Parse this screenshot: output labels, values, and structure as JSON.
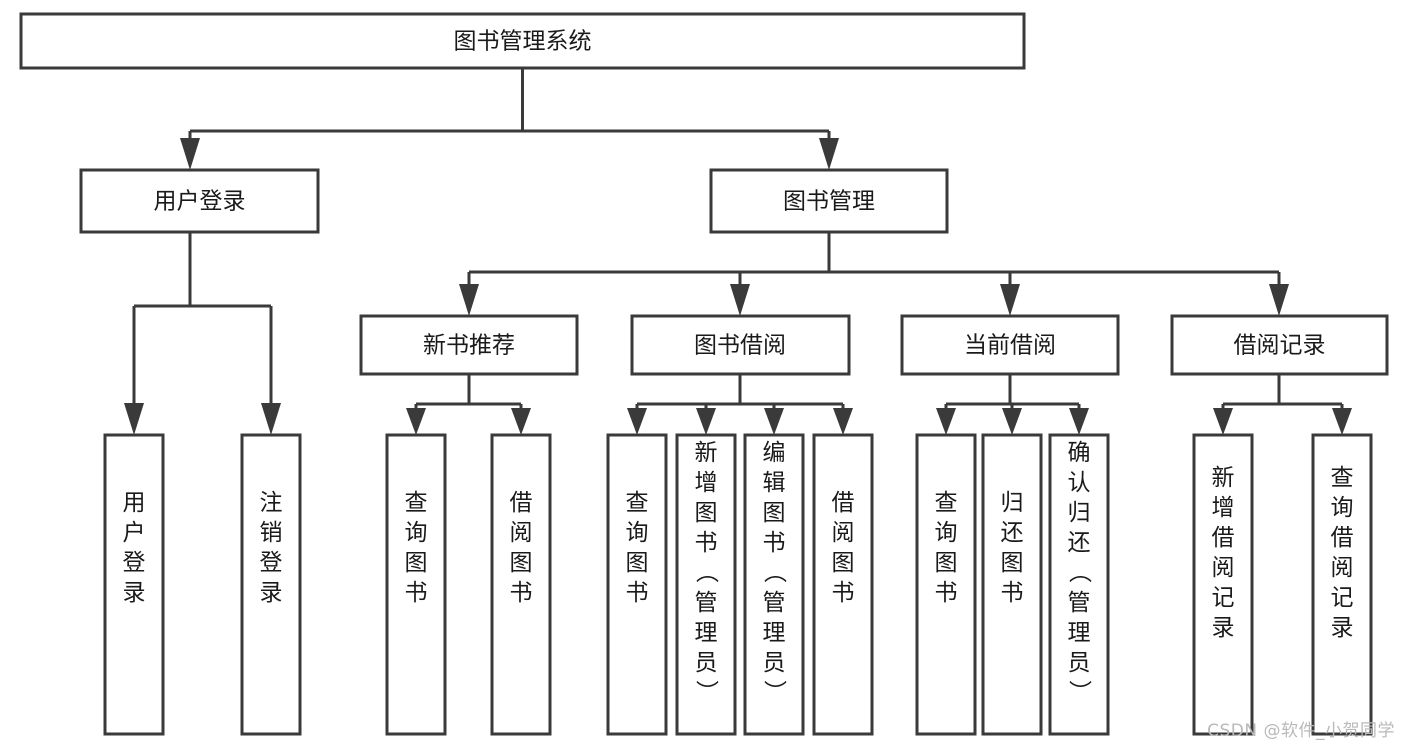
{
  "diagram": {
    "type": "tree-hierarchy",
    "title": "图书管理系统",
    "watermark": "CSDN @软件_小贺同学",
    "colors": {
      "box_stroke": "#3a3a3a",
      "box_fill": "#ffffff",
      "text": "#1a1a1a",
      "connector": "#3a3a3a",
      "watermark": "#b9b9b9",
      "background": "#ffffff"
    },
    "levels": {
      "root": "图书管理系统",
      "level2": [
        "用户登录",
        "图书管理"
      ],
      "level3": [
        "新书推荐",
        "图书借阅",
        "当前借阅",
        "借阅记录"
      ]
    },
    "nodes": {
      "root": {
        "id": "root",
        "label": "图书管理系统",
        "orientation": "horizontal"
      },
      "l2": [
        {
          "id": "user-login",
          "label": "用户登录",
          "orientation": "horizontal"
        },
        {
          "id": "book-manage",
          "label": "图书管理",
          "orientation": "horizontal"
        }
      ],
      "l3": [
        {
          "id": "new-book-rec",
          "label": "新书推荐",
          "orientation": "horizontal"
        },
        {
          "id": "book-borrow",
          "label": "图书借阅",
          "orientation": "horizontal"
        },
        {
          "id": "current-borrow",
          "label": "当前借阅",
          "orientation": "horizontal"
        },
        {
          "id": "borrow-record",
          "label": "借阅记录",
          "orientation": "horizontal"
        }
      ],
      "leaves": {
        "user-login": [
          {
            "id": "leaf-user-login",
            "label": "用户登录",
            "orientation": "vertical"
          },
          {
            "id": "leaf-logout",
            "label": "注销登录",
            "orientation": "vertical"
          }
        ],
        "new-book-rec": [
          {
            "id": "leaf-query-book-1",
            "label": "查询图书",
            "orientation": "vertical"
          },
          {
            "id": "leaf-borrow-book-1",
            "label": "借阅图书",
            "orientation": "vertical"
          }
        ],
        "book-borrow": [
          {
            "id": "leaf-query-book-2",
            "label": "查询图书",
            "orientation": "vertical"
          },
          {
            "id": "leaf-add-book",
            "label": "新增图书（管理员）",
            "orientation": "vertical"
          },
          {
            "id": "leaf-edit-book",
            "label": "编辑图书（管理员）",
            "orientation": "vertical"
          },
          {
            "id": "leaf-borrow-book-2",
            "label": "借阅图书",
            "orientation": "vertical"
          }
        ],
        "current-borrow": [
          {
            "id": "leaf-query-book-3",
            "label": "查询图书",
            "orientation": "vertical"
          },
          {
            "id": "leaf-return-book",
            "label": "归还图书",
            "orientation": "vertical"
          },
          {
            "id": "leaf-confirm-return",
            "label": "确认归还（管理员）",
            "orientation": "vertical"
          }
        ],
        "borrow-record": [
          {
            "id": "leaf-add-record",
            "label": "新增借阅记录",
            "orientation": "vertical"
          },
          {
            "id": "leaf-query-record",
            "label": "查询借阅记录",
            "orientation": "vertical"
          }
        ]
      }
    }
  }
}
